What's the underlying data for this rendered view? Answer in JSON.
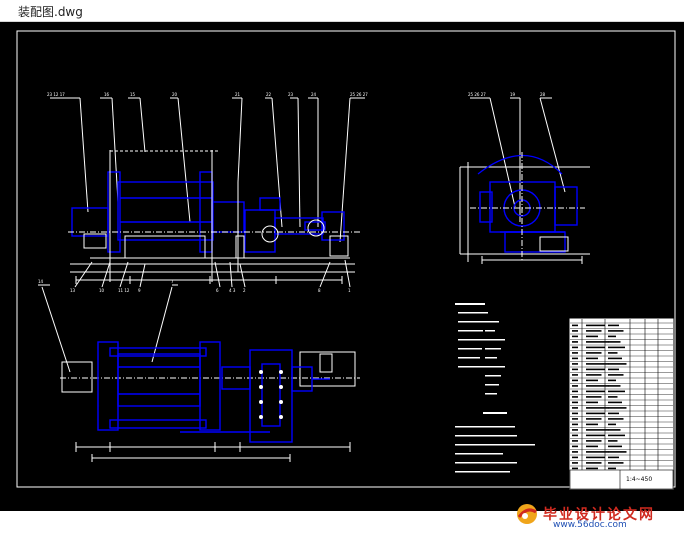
{
  "window": {
    "title": "装配图.dwg"
  },
  "drawing": {
    "background": "#000000",
    "line_colors": {
      "frame": "#ffffff",
      "part": "#0000ff",
      "outline": "#ffffff",
      "leader": "#ffffff",
      "table": "#000000"
    },
    "view_labels": {
      "bottom_left_title": "",
      "scale_note": "1:4~450"
    }
  },
  "watermark": {
    "text": "毕业设计论文网",
    "url": "www.56doc.com",
    "accent": "#d02a1f"
  }
}
